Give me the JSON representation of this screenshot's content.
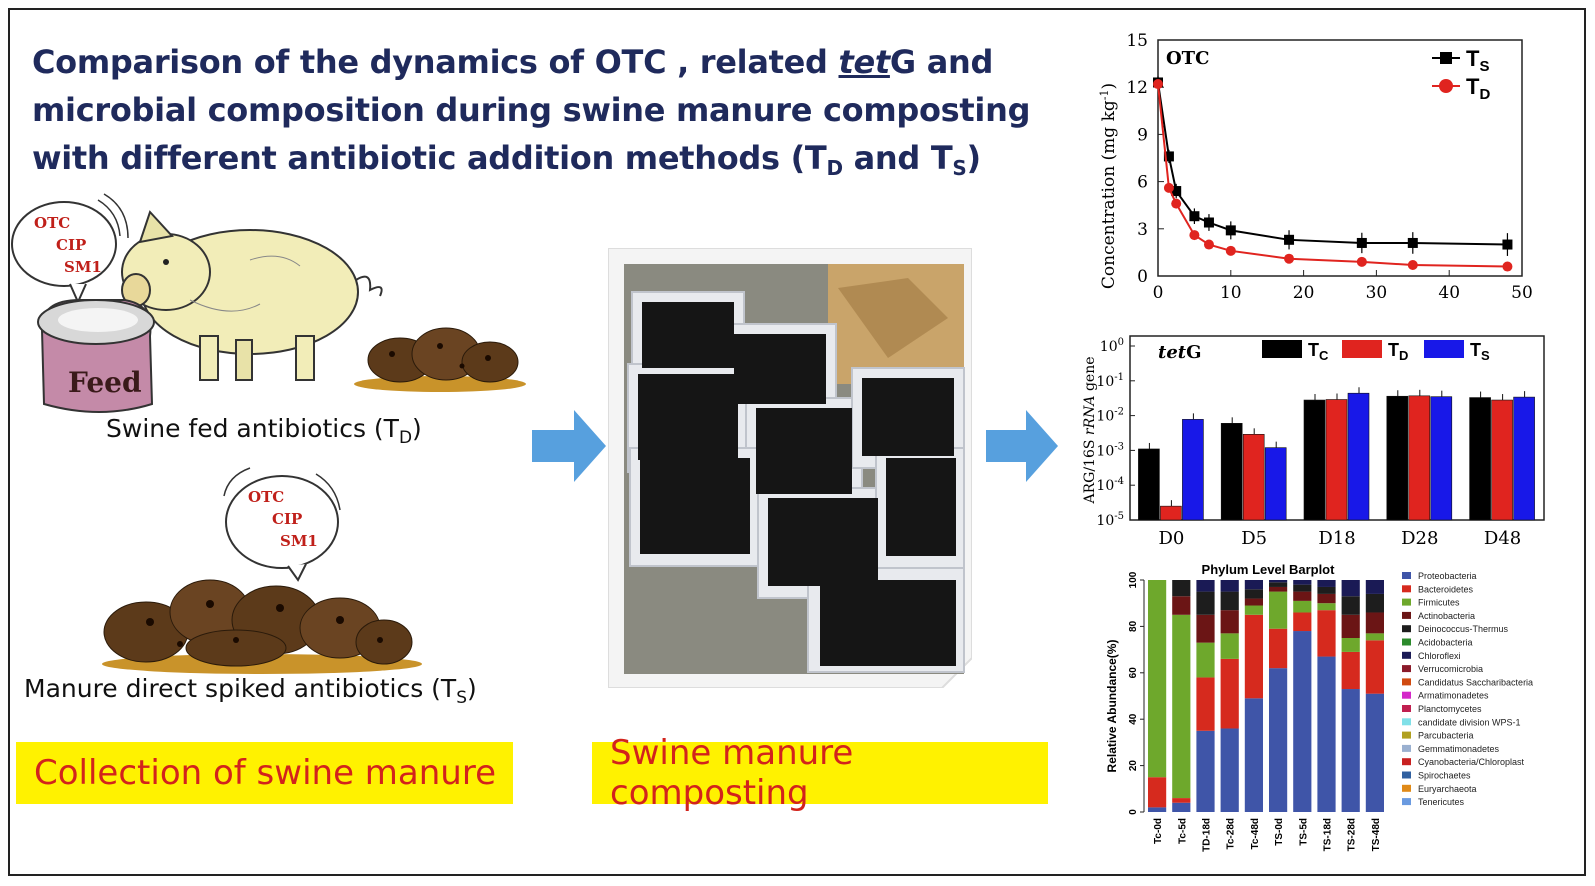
{
  "title": {
    "part1": "Comparison of the dynamics of OTC , related ",
    "gene": "tet",
    "gene_suffix": "G",
    "part2": " and microbial composition during swine manure composting with different antibiotic addition methods (T",
    "sub_d": "D",
    "and": " and T",
    "sub_s": "S",
    "close": ")"
  },
  "left": {
    "bubble1": [
      "OTC",
      "CIP",
      "SM1"
    ],
    "bubble2": [
      "OTC",
      "CIP",
      "SM1"
    ],
    "feed_label": "Feed",
    "caption_td": "Swine fed antibiotics (T",
    "caption_td_sub": "D",
    "caption_ts": "Manure direct spiked antibiotics (T",
    "caption_ts_sub": "S",
    "close": ")"
  },
  "boxes": {
    "collection": "Collection of swine manure",
    "composting": "Swine manure composting"
  },
  "colors": {
    "title": "#1f2a5c",
    "box_bg": "#fff200",
    "box_text": "#d2231c",
    "ts": "#000000",
    "td": "#e0241f",
    "tc": "#000000",
    "arrow": "#3a8fd8"
  },
  "chart_data": [
    {
      "type": "line",
      "label": "OTC",
      "ylabel": "Concentration (mg kg-1)",
      "ylabel_main": "Concentration (mg kg",
      "ylabel_sup": "-1",
      "ylim": [
        0,
        15
      ],
      "xlim": [
        0,
        50
      ],
      "yticks": [
        "0",
        "3",
        "6",
        "9",
        "12",
        "15"
      ],
      "xticks": [
        "0",
        "10",
        "20",
        "30",
        "40",
        "50"
      ],
      "legend": {
        "ts_main": "T",
        "ts_sub": "S",
        "td_main": "T",
        "td_sub": "D"
      },
      "series": [
        {
          "name": "TS",
          "x": [
            0,
            1.5,
            2.5,
            5,
            7,
            10,
            18,
            28,
            35,
            48
          ],
          "y": [
            12.3,
            7.6,
            5.4,
            3.8,
            3.4,
            2.9,
            2.3,
            2.1,
            2.1,
            2.0
          ]
        },
        {
          "name": "TD",
          "x": [
            0,
            1.5,
            2.5,
            5,
            7,
            10,
            18,
            28,
            35,
            48
          ],
          "y": [
            12.2,
            5.6,
            4.6,
            2.6,
            2.0,
            1.6,
            1.1,
            0.9,
            0.7,
            0.6
          ]
        }
      ]
    },
    {
      "type": "bar",
      "label_italic": "tet",
      "label_suffix": "G",
      "ylabel": "ARG/16S rRNA gene",
      "ylabel_a": "ARG/16S ",
      "ylabel_b": "rRNA",
      "ylabel_c": " gene",
      "scale": "log",
      "ylim": [
        1e-05,
        1
      ],
      "ytick_exps": [
        "0",
        "-1",
        "-2",
        "-3",
        "-4",
        "-5"
      ],
      "categories": [
        "D0",
        "D5",
        "D18",
        "D28",
        "D48"
      ],
      "legend": [
        {
          "main": "T",
          "sub": "C"
        },
        {
          "main": "T",
          "sub": "D"
        },
        {
          "main": "T",
          "sub": "S"
        }
      ],
      "series": [
        {
          "name": "TC",
          "values": [
            0.0011,
            0.006,
            0.028,
            0.036,
            0.033
          ]
        },
        {
          "name": "TD",
          "values": [
            2.5e-05,
            0.0029,
            0.029,
            0.037,
            0.028
          ]
        },
        {
          "name": "TS",
          "values": [
            0.0078,
            0.0012,
            0.044,
            0.035,
            0.034
          ]
        }
      ]
    },
    {
      "type": "bar",
      "stacked": true,
      "title": "Phylum Level Barplot",
      "ylabel": "Relative Abundance(%)",
      "ylim": [
        0,
        100
      ],
      "yticks": [
        "0",
        "20",
        "40",
        "60",
        "80",
        "100"
      ],
      "categories": [
        "Tc-0d",
        "Tc-5d",
        "TD-18d",
        "Tc-28d",
        "Tc-48d",
        "TS-0d",
        "TS-5d",
        "TS-18d",
        "TS-28d",
        "TS-48d"
      ],
      "legend": [
        "Proteobacteria",
        "Bacteroidetes",
        "Firmicutes",
        "Actinobacteria",
        "Deinococcus-Thermus",
        "Acidobacteria",
        "Chloroflexi",
        "Verrucomicrobia",
        "Candidatus Saccharibacteria",
        "Armatimonadetes",
        "Planctomycetes",
        "candidate division WPS-1",
        "Parcubacteria",
        "Gemmatimonadetes",
        "Cyanobacteria/Chloroplast",
        "Spirochaetes",
        "Euryarchaeota",
        "Tenericutes"
      ],
      "legend_colors": [
        "#3f55a8",
        "#d62a1e",
        "#6ea82c",
        "#6b1515",
        "#1d1d1d",
        "#2b8a2b",
        "#1a1a55",
        "#8a1a2a",
        "#d04a10",
        "#d428c8",
        "#c02050",
        "#80e0e8",
        "#b0a020",
        "#9ab0d0",
        "#c82020",
        "#3060a0",
        "#e08a18",
        "#6a9ae0"
      ],
      "series": [
        {
          "name": "Proteobacteria",
          "values": [
            2,
            4,
            35,
            36,
            49,
            62,
            78,
            67,
            53,
            51
          ]
        },
        {
          "name": "Bacteroidetes",
          "values": [
            13,
            2,
            23,
            30,
            36,
            17,
            8,
            20,
            16,
            23
          ]
        },
        {
          "name": "Firmicutes",
          "values": [
            85,
            79,
            15,
            11,
            4,
            16,
            5,
            3,
            6,
            3
          ]
        },
        {
          "name": "Actinobacteria",
          "values": [
            0,
            8,
            12,
            10,
            3,
            2,
            4,
            4,
            10,
            9
          ]
        },
        {
          "name": "Deinococcus-Thermus",
          "values": [
            0,
            7,
            10,
            8,
            4,
            2,
            3,
            3,
            8,
            8
          ]
        },
        {
          "name": "Chloroflexi",
          "values": [
            0,
            0,
            5,
            5,
            4,
            1,
            2,
            3,
            7,
            6
          ]
        }
      ]
    }
  ]
}
